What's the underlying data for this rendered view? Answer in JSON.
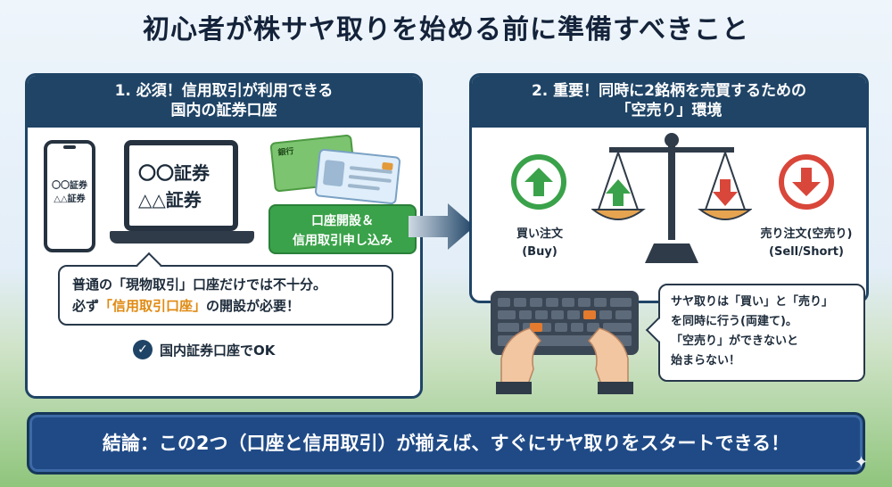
{
  "title": "初心者が株サヤ取りを始める前に準備すべきこと",
  "left_panel": {
    "heading_line1": "1. 必須！信用取引が利用できる",
    "heading_line2": "国内の証券口座",
    "phone_line1": "〇〇証券",
    "phone_line2": "△△証券",
    "laptop_line1": "〇〇証券",
    "laptop_line2": "△△証券",
    "bank_card_label": "銀行",
    "button_line1": "口座開設＆",
    "button_line2": "信用取引申し込み",
    "note_part1": "普通の「現物取引」口座だけでは不十分。",
    "note_part2a": "必ず",
    "note_highlight": "「信用取引口座」",
    "note_part2b": "の開設が必要！",
    "ok_text": "国内証券口座でOK"
  },
  "right_panel": {
    "heading_line1": "2. 重要！同時に2銘柄を売買するための",
    "heading_line2": "「空売り」環境",
    "buy_label_line1": "買い注文",
    "buy_label_line2": "(Buy)",
    "sell_label_line1": "売り注文(空売り)",
    "sell_label_line2": "(Sell/Short)"
  },
  "callout_right": {
    "line1": "サヤ取りは「買い」と「売り」",
    "line2": "を同時に行う(両建て)。",
    "line3": "「空売り」ができないと",
    "line4": "始まらない！"
  },
  "conclusion": "結論：この2つ（口座と信用取引）が揃えば、すぐにサヤ取りをスタートできる！",
  "colors": {
    "navy": "#1f4466",
    "green": "#3aa24a",
    "red": "#d9463a",
    "orange": "#e08a12",
    "banner_blue": "#1f4a86"
  }
}
